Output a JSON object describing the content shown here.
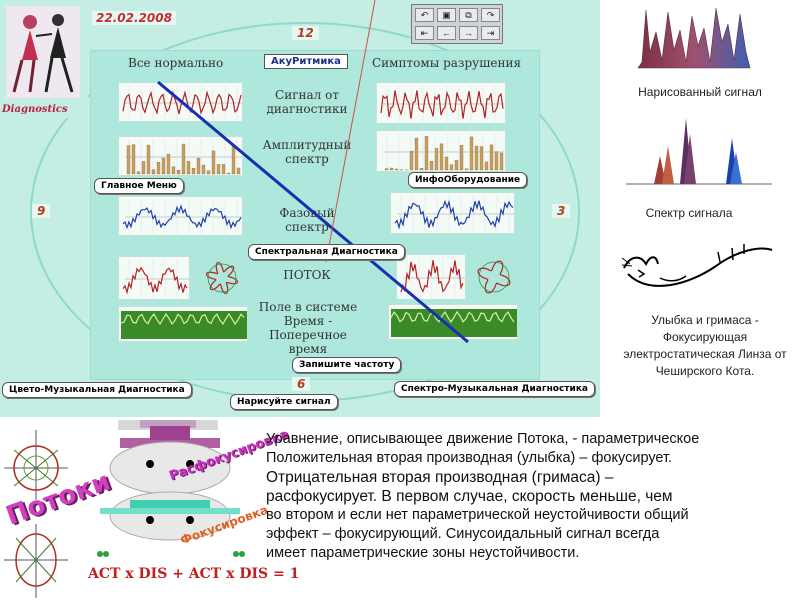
{
  "header": {
    "date": "22.02.2008",
    "logo_text": "Diagnostics",
    "clock_12": "12",
    "clock_9": "9",
    "clock_3": "3",
    "clock_6": "6"
  },
  "panel": {
    "left_title": "Все нормально",
    "center_title": "АкуРитмика",
    "right_title": "Симптомы разрушения",
    "label_signal": "Сигнал от диагностики",
    "label_ampl": "Амплитудный спектр",
    "label_phase": "Фазовый спектр",
    "label_flow": "ПОТОК",
    "label_field": "Поле в системе Время - Поперечное время"
  },
  "buttons": {
    "main_menu": "Главное Меню",
    "info_equipment": "ИнфоОборудование",
    "spectral_diag": "Спектральная Диагностика",
    "write_freq": "Запишите частоту",
    "draw_signal": "Нарисуйте сигнал",
    "color_music": "Цвето-Музыкальная Диагностика",
    "spectro_music": "Спектро-Музыкальная Диагностика"
  },
  "toolbar": {
    "icons": [
      "undo-icon",
      "folder-icon",
      "copy-icon",
      "redo-icon",
      "first-icon",
      "back-icon",
      "forward-icon",
      "last-icon"
    ],
    "glyphs": [
      "↶",
      "▣",
      "⧉",
      "↷",
      "⇤",
      "←",
      "→",
      "⇥"
    ]
  },
  "right": {
    "drawn_signal": "Нарисованный сигнал",
    "spectrum": "Спектр сигнала",
    "cat_caption": "Улыбка и гримаса - Фокусирующая электростатическая Линза от Чеширского Кота."
  },
  "bottom_left": {
    "potok_word": "Потоки",
    "defocus_word": "Расфокусировка",
    "focus_word": "Фокусировка",
    "equation": "ACT x DIS + ACT x DIS = 1"
  },
  "description": {
    "line1": "Уравнение, описывающее движение Потока, - параметрическое",
    "line2": "Положительная вторая производная (улыбка) – фокусирует.",
    "line3": "Отрицательная вторая производная (гримаса) –",
    "line4": "расфокусирует. В первом случае, скорость меньше, чем",
    "line5": "во втором и если нет параметрической неустойчивости общий",
    "line6": "эффект – фокусирующий. Синусоидальный сигнал всегда",
    "line7": "имеет параметрические зоны неустойчивости."
  },
  "colors": {
    "panel_bg": "#c4eee4",
    "button_bg": "#ffffff",
    "signal_red": "#b22222",
    "signal_blue": "#1f3fa8",
    "bar_gold": "#c8a060",
    "flow_line": "#1a2fb0"
  }
}
